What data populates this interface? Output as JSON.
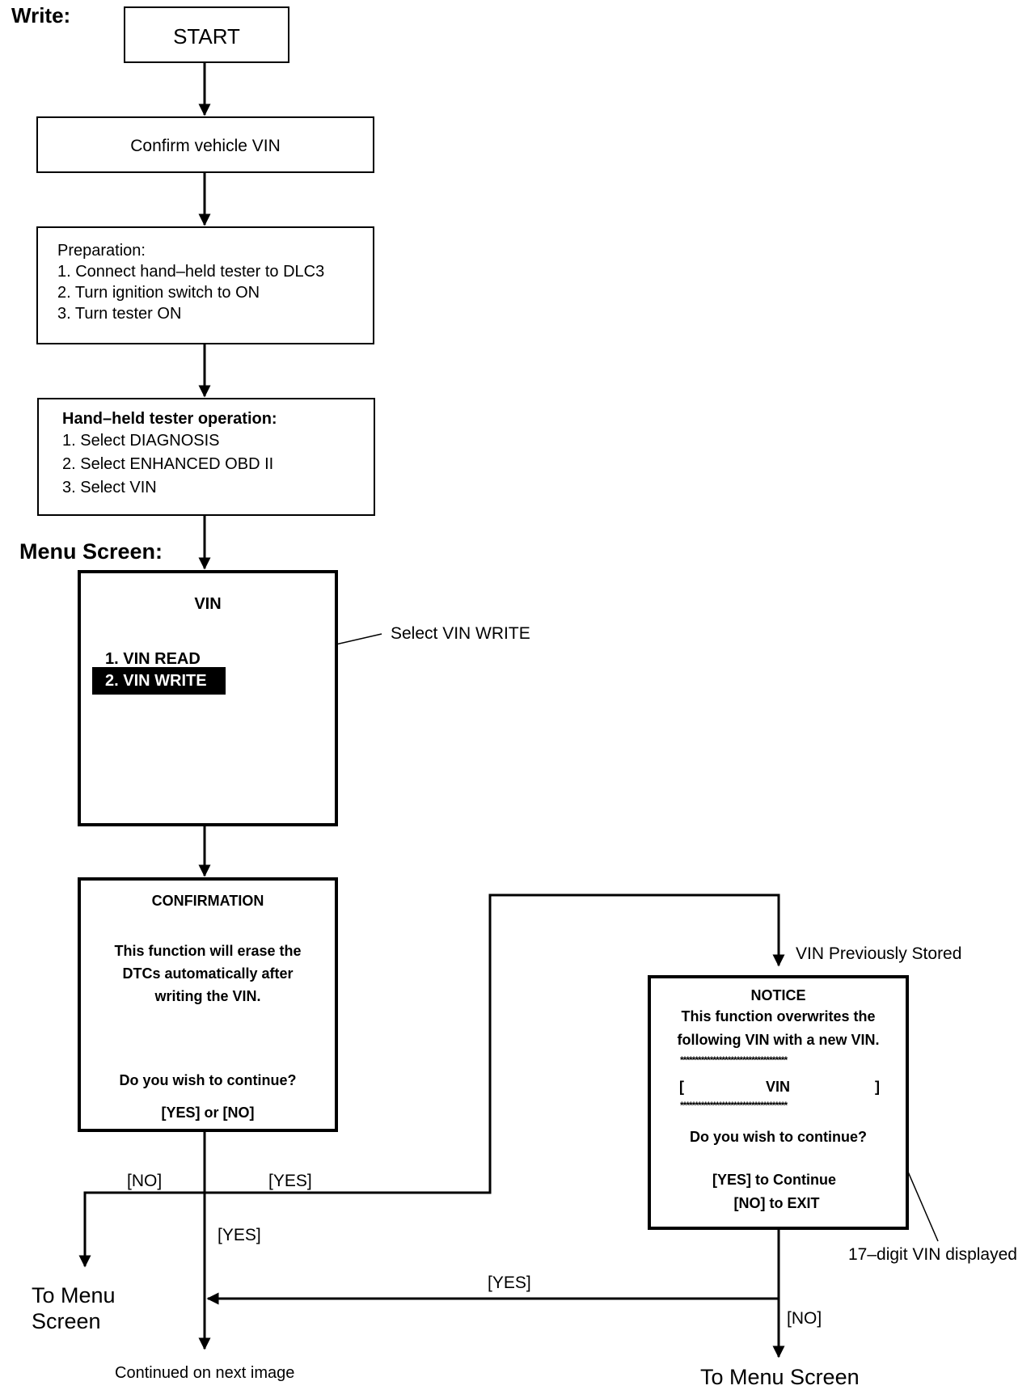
{
  "header": {
    "write_label": "Write:",
    "menu_screen_label": "Menu Screen:"
  },
  "start": {
    "label": "START"
  },
  "confirm_vin": {
    "label": "Confirm vehicle VIN"
  },
  "preparation": {
    "title": "Preparation:",
    "steps": [
      "1. Connect hand–held tester to DLC3",
      "2. Turn ignition switch to ON",
      "3. Turn tester ON"
    ]
  },
  "tester_operation": {
    "title": "Hand–held tester operation:",
    "steps": [
      "1. Select DIAGNOSIS",
      "2. Select ENHANCED OBD II",
      "3. Select VIN"
    ]
  },
  "vin_menu": {
    "title": "VIN",
    "items": [
      "1. VIN READ",
      "2. VIN WRITE"
    ],
    "callout": "Select VIN WRITE"
  },
  "confirmation": {
    "title": "CONFIRMATION",
    "message": [
      "This function will erase the",
      "DTCs automatically after",
      "writing the VIN."
    ],
    "question": "Do you wish to continue?",
    "options": "[YES] or [NO]"
  },
  "notice": {
    "title": "NOTICE",
    "message": [
      "This function overwrites the",
      "following VIN with a new VIN."
    ],
    "stars": "************************************",
    "vin_open": "[",
    "vin_label": "VIN",
    "vin_close": "]",
    "question": "Do you wish to continue?",
    "yes_option": "[YES] to Continue",
    "no_option": "[NO] to EXIT",
    "condition_label": "VIN Previously Stored",
    "vin_callout": "17–digit VIN displayed"
  },
  "flow_labels": {
    "no_left": "[NO]",
    "yes_right": "[YES]",
    "yes_down": "[YES]",
    "yes_return": "[YES]",
    "no_notice": "[NO]"
  },
  "endpoints": {
    "to_menu_left": [
      "To Menu",
      "Screen"
    ],
    "continued": "Continued on next image",
    "to_menu_right": "To Menu Screen"
  }
}
